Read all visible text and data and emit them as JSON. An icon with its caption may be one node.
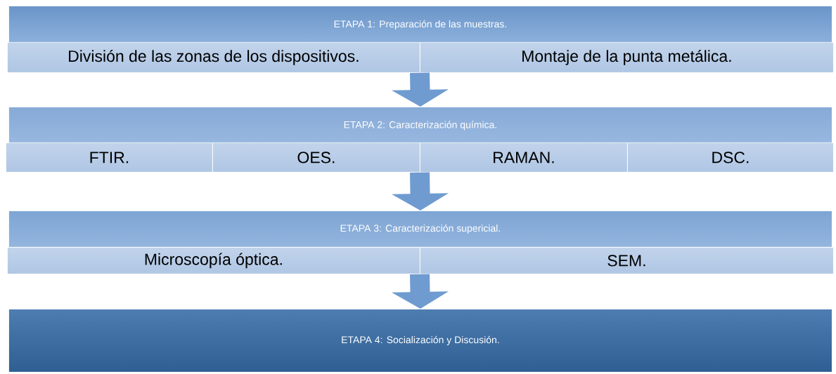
{
  "diagram": {
    "nodes": [
      {
        "text": [
          "ETAPA 1: Preparación de las muestras."
        ]
      },
      {
        "text": [
          "División de las zonas de los dispositivos."
        ]
      },
      {
        "text": [
          "Montaje de la punta metálica."
        ]
      },
      {
        "text": [
          "ETAPA 2: Caracterización química."
        ]
      },
      {
        "text": [
          "FTIR."
        ]
      },
      {
        "text": [
          "OES."
        ]
      },
      {
        "text": [
          "RAMAN."
        ]
      },
      {
        "text": [
          "DSC."
        ]
      },
      {
        "text": [
          "ETAPA 3: Caracterización supericial."
        ]
      },
      {
        "text": [
          "Microscopía óptica."
        ]
      },
      {
        "text": [
          "SEM."
        ]
      },
      {
        "text": [
          "ETAPA 4: Socialización y Discusión."
        ]
      }
    ],
    "edges": [
      {
        "from": 2,
        "to": 3,
        "arrow": "to"
      },
      {
        "from": 6,
        "to": 8,
        "arrow": "to"
      },
      {
        "from": 10,
        "to": 11,
        "arrow": "to"
      }
    ]
  }
}
